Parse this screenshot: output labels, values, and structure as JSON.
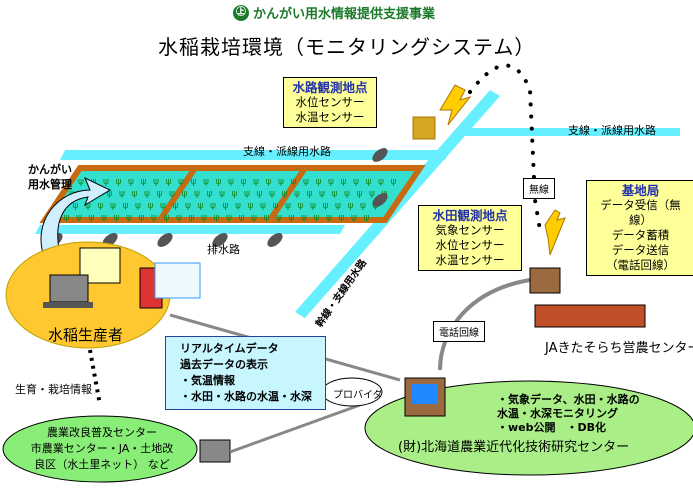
{
  "header": {
    "logo_icon": "kangai-logo-icon",
    "brand": "かんがい用水情報提供支援事業",
    "title": "水稲栽培環境（モニタリングシステム）"
  },
  "canals": {
    "branch_top": "支線・派線用水路",
    "branch_right": "支線・派線用水路",
    "drain": "排水路",
    "main_canal": "幹線・支線用水路"
  },
  "irrigation_management": {
    "line1": "かんがい",
    "line2": "用水管理"
  },
  "waterway_station": {
    "heading": "水路観測地点",
    "items": [
      "水位センサー",
      "水温センサー"
    ]
  },
  "paddy_station": {
    "heading": "水田観測地点",
    "items": [
      "気象センサー",
      "水位センサー",
      "水温センサー"
    ]
  },
  "base_station": {
    "heading": "基地局",
    "items": [
      "データ受信（無線）",
      "データ蓄積",
      "データ送信",
      "（電話回線）"
    ]
  },
  "links": {
    "wireless": "無線",
    "phone_line": "電話回線",
    "provider": "プロバイダ",
    "growth_info": "生育・栽培情報"
  },
  "ja_center": "JAきたそらち営農センター",
  "farmer": "水稲生産者",
  "realtime_scroll": {
    "lines": [
      "リアルタイムデータ",
      "過去データの表示",
      "・気温情報",
      "・水田・水路の水温・水深"
    ]
  },
  "extension_center": {
    "lines": [
      "農業改良普及センター",
      "市農業センター・JA・土地改",
      "良区（水土里ネット） など"
    ]
  },
  "research_center": {
    "lines": [
      "・気象データ、水田・水路の",
      "水温・水深モニタリング",
      "・web公開　・DB化"
    ],
    "name": "(財)北海道農業近代化技術研究センター"
  },
  "colors": {
    "canal": "#66f0ff",
    "paddy": "#33e0d0",
    "levee": "#c86a10",
    "callout": "#ffff99",
    "callout_heading": "#2233aa",
    "farmer_ellipse": "#ffc830",
    "green_ellipse": "#88ee77",
    "brand_green": "#1a7a2a"
  }
}
